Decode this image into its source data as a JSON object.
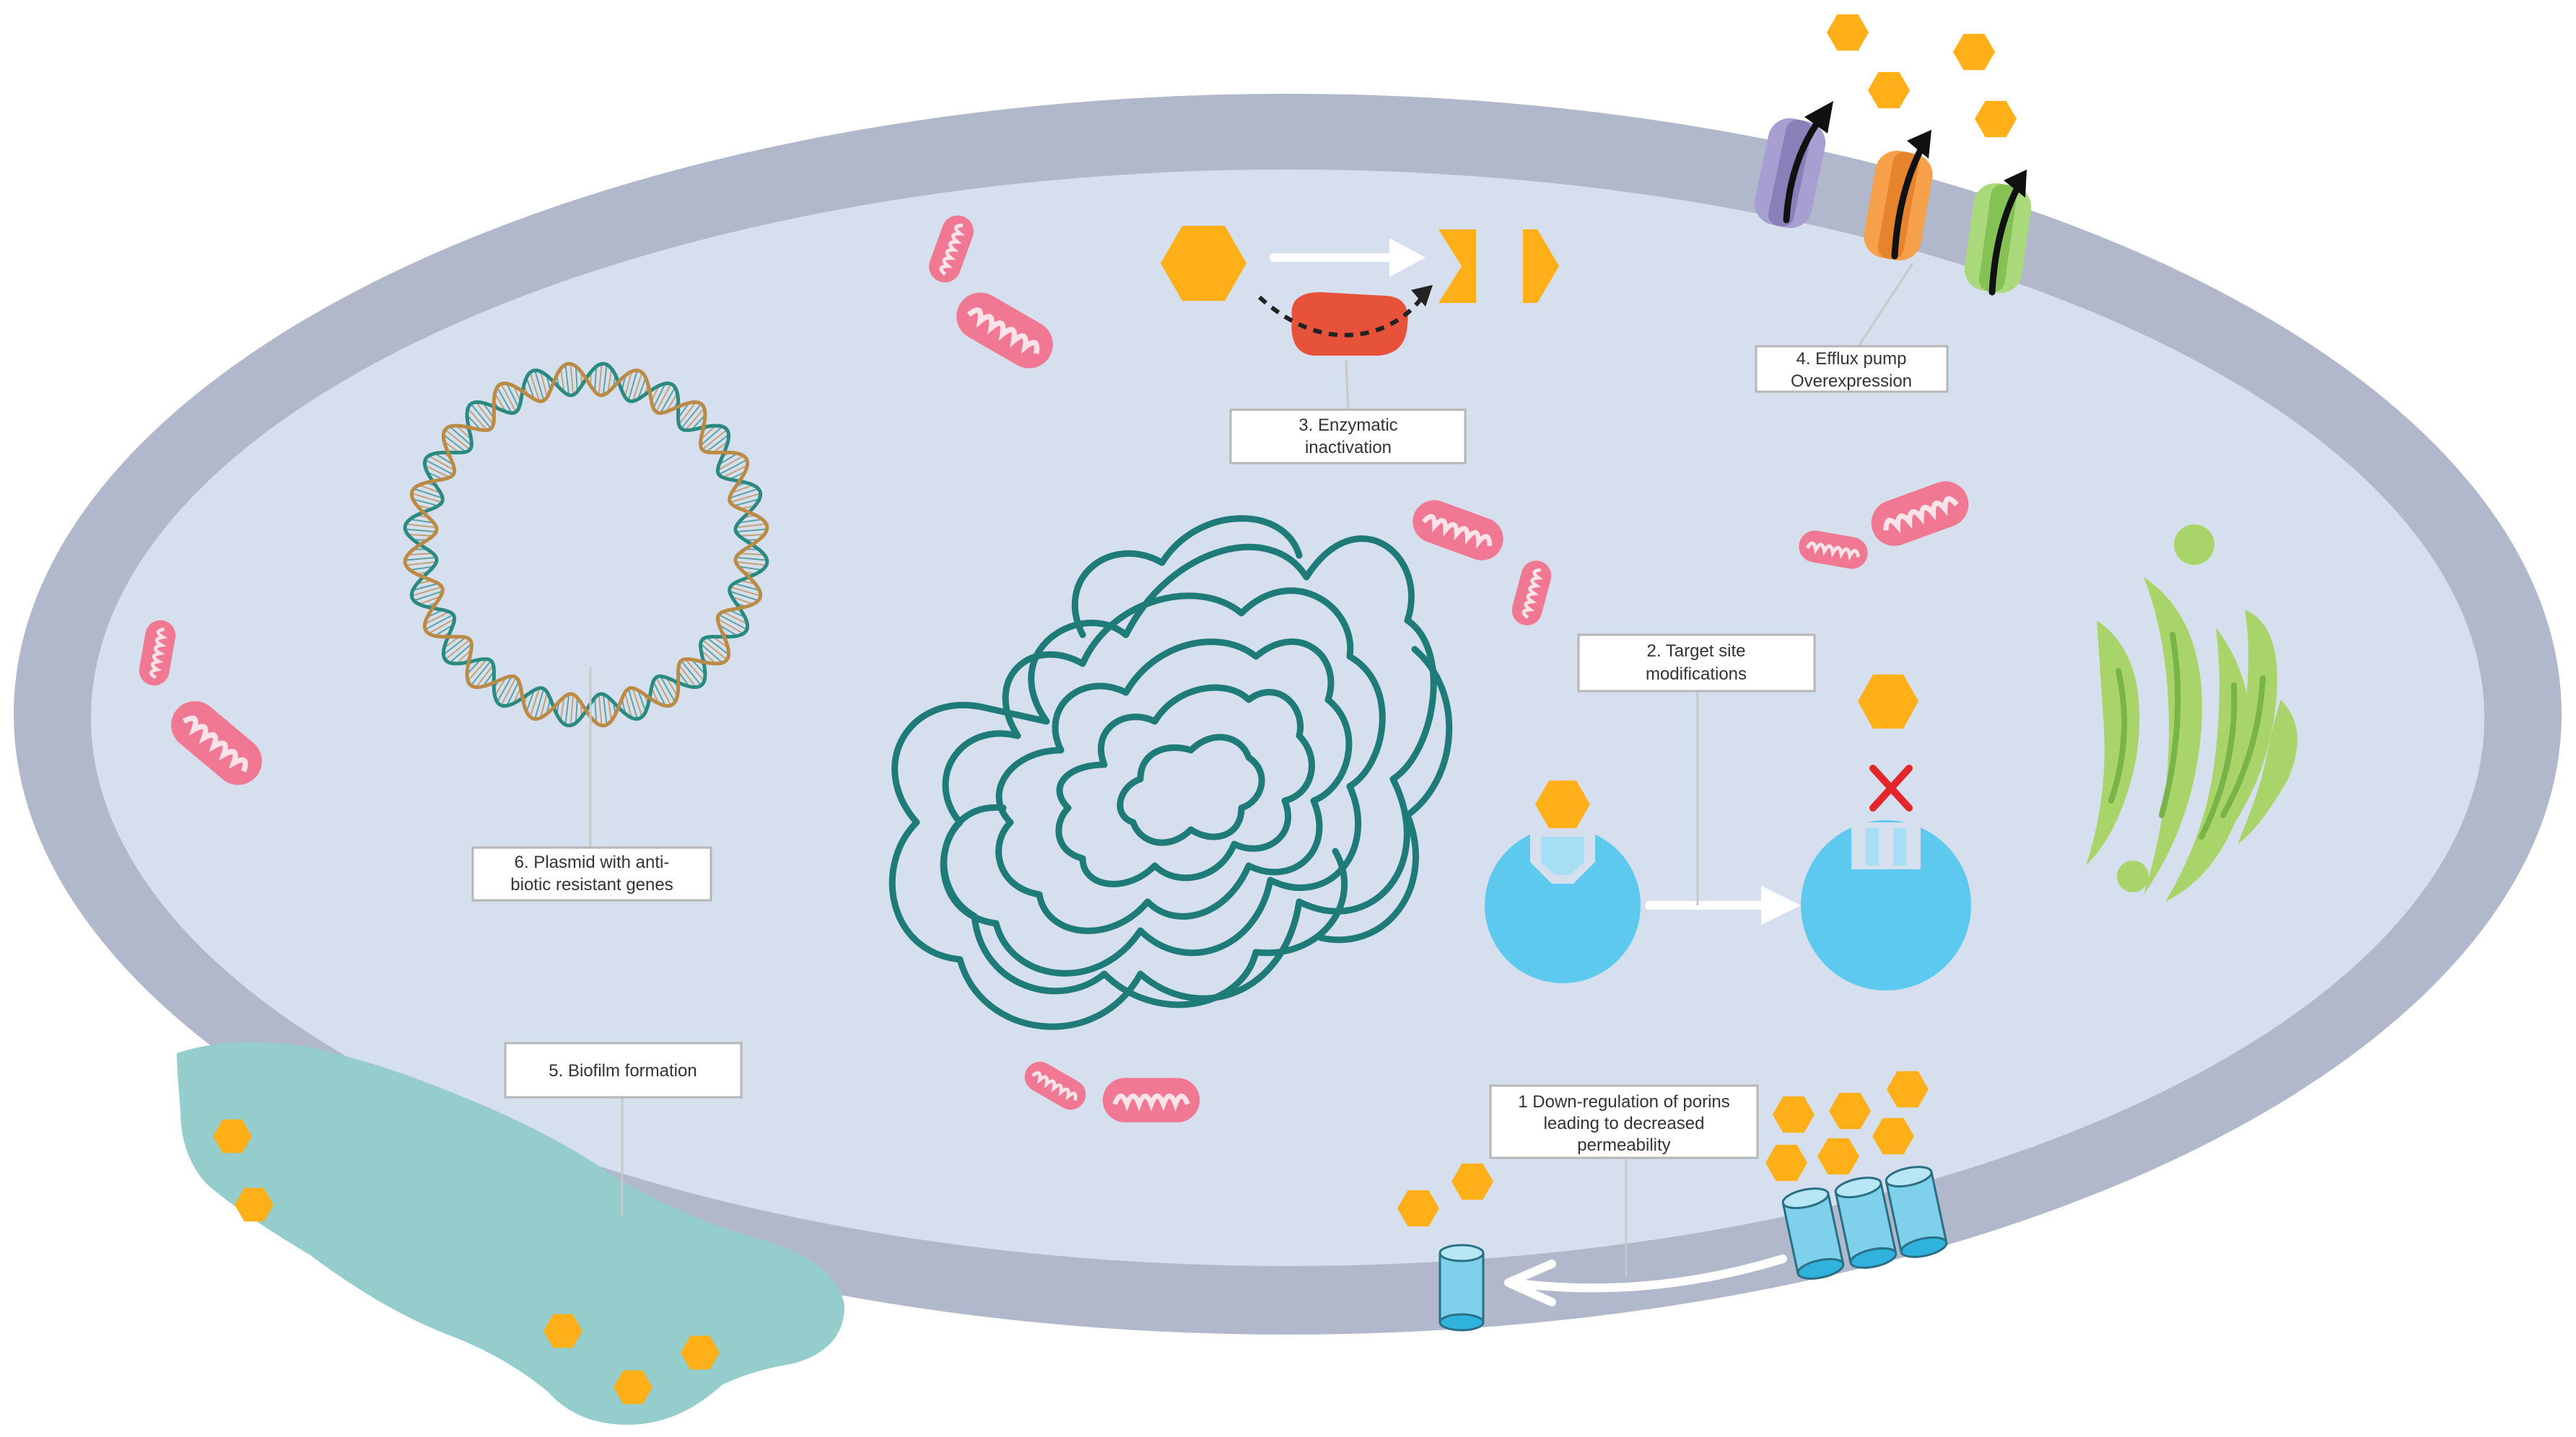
{
  "colors": {
    "background": "#ffffff",
    "membrane": "#b1b8cc",
    "cytoplasm": "#d6dfed",
    "antibiotic": "#ffb019",
    "dna": "#1f7b77",
    "plasmid_strand_a": "#2a8a82",
    "plasmid_strand_b": "#bb8a45",
    "mitochondria": "#f17892",
    "enzyme": "#e6533a",
    "target_protein": "#5ec9ef",
    "pump_purple": "#a79ed1",
    "pump_orange": "#f7a04c",
    "pump_green": "#a9d97b",
    "porin": "#7fd0ea",
    "biofilm": "#94cdcc",
    "golgi": "#a9d46a",
    "label_border": "#b6b6b6",
    "leader_line": "#c8c8c8",
    "cross": "#e3262b"
  },
  "icons": [
    "antibiotic-hexagon-icon",
    "enzyme-icon",
    "efflux-pump-icon",
    "porin-channel-icon",
    "mitochondrion-icon",
    "plasmid-icon",
    "chromosome-icon",
    "target-protein-icon",
    "cross-icon",
    "golgi-icon",
    "biofilm-icon",
    "arrow-icon"
  ],
  "labels": {
    "porins": [
      "1 Down-regulation of porins",
      "leading to decreased",
      "permeability"
    ],
    "target_site": [
      "2. Target site",
      "modifications"
    ],
    "enzymatic": [
      "3. Enzymatic",
      "inactivation"
    ],
    "efflux": [
      "4. Efflux pump",
      "Overexpression"
    ],
    "biofilm": [
      "5. Biofilm formation"
    ],
    "plasmid": [
      "6. Plasmid with anti-",
      "biotic resistant genes"
    ]
  }
}
